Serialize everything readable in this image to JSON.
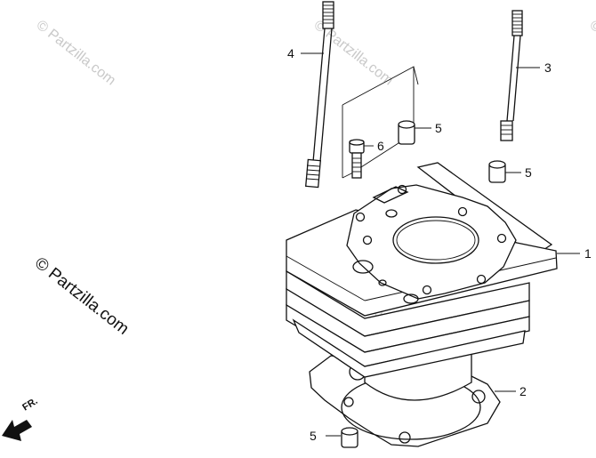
{
  "diagram": {
    "callouts": [
      {
        "id": "1",
        "label": "1"
      },
      {
        "id": "2",
        "label": "2"
      },
      {
        "id": "3",
        "label": "3"
      },
      {
        "id": "4",
        "label": "4"
      },
      {
        "id": "5a",
        "label": "5"
      },
      {
        "id": "5b",
        "label": "5"
      },
      {
        "id": "5c",
        "label": "5"
      },
      {
        "id": "6",
        "label": "6"
      }
    ],
    "direction_label": "FR.",
    "watermark": {
      "main": "© Partzilla.com",
      "faint": "© Partzilla.com"
    }
  },
  "colors": {
    "line": "#111111",
    "background": "#ffffff",
    "watermark_faint": "#c9c9c9"
  }
}
